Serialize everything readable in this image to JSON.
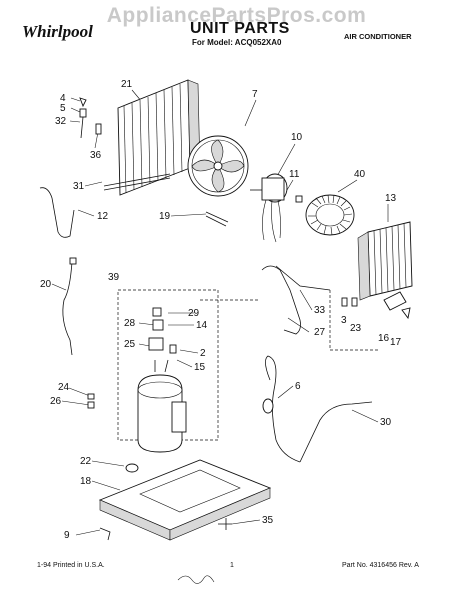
{
  "header": {
    "watermark": "AppliancePartsPros.com",
    "brand": "Whirlpool",
    "title": "UNIT PARTS",
    "model_line": "For Model: ACQ052XA0",
    "category": "AIR CONDITIONER"
  },
  "footer": {
    "printed": "1-94 Printed in U.S.A.",
    "page_number": "1",
    "part_number": "Part No. 4316456 Rev. A"
  },
  "callouts": [
    "4",
    "5",
    "32",
    "36",
    "21",
    "7",
    "10",
    "11",
    "40",
    "13",
    "31",
    "12",
    "19",
    "20",
    "39",
    "29",
    "28",
    "14",
    "25",
    "2",
    "15",
    "33",
    "27",
    "3",
    "23",
    "16",
    "17",
    "6",
    "24",
    "26",
    "30",
    "22",
    "18",
    "9",
    "35"
  ]
}
